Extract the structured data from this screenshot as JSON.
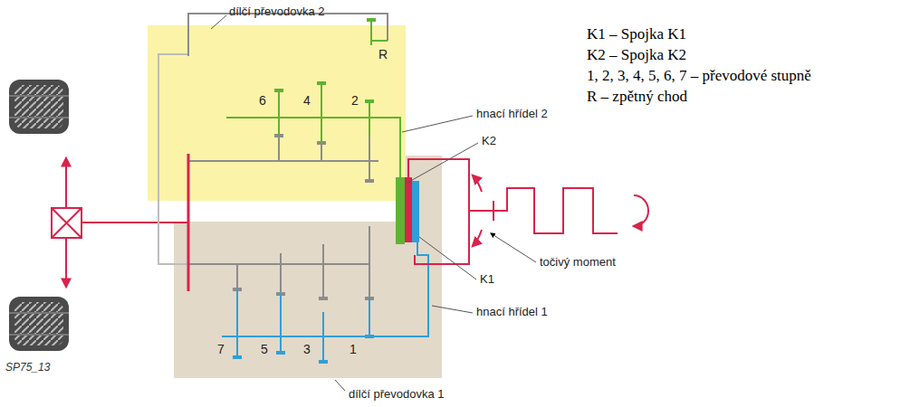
{
  "diagram": {
    "nodes": [
      {
        "text": [
          "dílčí převodovka 2"
        ]
      },
      {
        "text": [
          "dílčí převodovka 1"
        ]
      }
    ],
    "labels": [
      "K1 – Spojka K1",
      "K2 – Spojka K2",
      "1, 2, 3, 4, 5, 6, 7 – převodové stupně",
      "R – zpětný chod",
      "6",
      "4",
      "2",
      "R",
      "hnací hřídel 2",
      "K2",
      "točivý moment",
      "K1",
      "hnací hřídel 1",
      "7",
      "5",
      "3",
      "1",
      "SP75_13"
    ]
  }
}
